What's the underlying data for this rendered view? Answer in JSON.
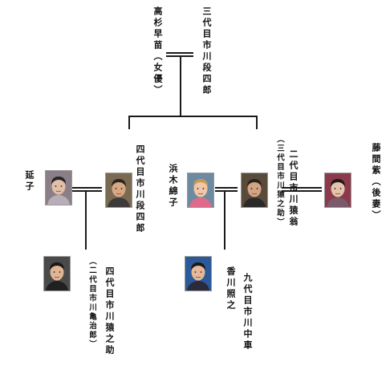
{
  "people": {
    "takasugi": "高杉早苗（女優）",
    "danshiro3": "三代目市川段四郎",
    "danshiro4": "四代目市川段四郎",
    "enshi": "延子",
    "ennosuke4": "四代目市川猿之助",
    "ennosuke4_alt": "（二代目市川亀治郎）",
    "hamaki": "浜木綿子",
    "ennoo2": "二代目市川猿翁",
    "ennoo2_alt": "（三代目市川猿之助）",
    "fujima": "藤間紫（後妻）",
    "kagawa": "香川照之",
    "chusha9": "九代目市川中車"
  },
  "photos": {
    "enshi": {
      "bg": "#8a7f88",
      "skin": "#e2c0a8",
      "hair": "#2a2326",
      "cloth": "#b8aeb8"
    },
    "danshiro4": {
      "bg": "#7a6a52",
      "skin": "#d8a884",
      "hair": "#2c2520",
      "cloth": "#3c3a3a"
    },
    "hamaki": {
      "bg": "#6e8aa0",
      "skin": "#f0c8a8",
      "hair": "#c89a5a",
      "cloth": "#e06a8a"
    },
    "ennoo2": {
      "bg": "#5a4a3a",
      "skin": "#d2a484",
      "hair": "#2a2420",
      "cloth": "#2a2a2a"
    },
    "fujima": {
      "bg": "#8a3a4a",
      "skin": "#e6c4ac",
      "hair": "#1e1a1a",
      "cloth": "#7a5a6a"
    },
    "ennosuke4": {
      "bg": "#4a4a4a",
      "skin": "#e0b494",
      "hair": "#1c1818",
      "cloth": "#202020"
    },
    "kagawa": {
      "bg": "#2a5a9a",
      "skin": "#e4b898",
      "hair": "#1c1818",
      "cloth": "#2a2a3a"
    }
  }
}
